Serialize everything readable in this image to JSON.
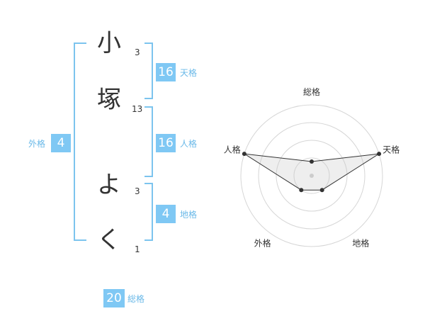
{
  "name": {
    "chars": [
      {
        "char": "小",
        "strokes": "3"
      },
      {
        "char": "塚",
        "strokes": "13"
      },
      {
        "char": "よ",
        "strokes": "3"
      },
      {
        "char": "く",
        "strokes": "1"
      }
    ]
  },
  "kaku": {
    "tenkaku": {
      "label": "天格",
      "value": "16"
    },
    "jinkaku": {
      "label": "人格",
      "value": "16"
    },
    "chikaku": {
      "label": "地格",
      "value": "4"
    },
    "gaikaku": {
      "label": "外格",
      "value": "4"
    },
    "soukaku": {
      "label": "総格",
      "value": "20"
    }
  },
  "colors": {
    "accent": "#7fc8f4",
    "bracket": "#7cc4ee",
    "label": "#6ab9e8"
  },
  "chart_data": {
    "type": "radar",
    "axes": [
      "総格",
      "天格",
      "地格",
      "外格",
      "人格"
    ],
    "values": [
      0.2,
      1.0,
      0.25,
      0.25,
      1.0
    ],
    "rings": 4
  }
}
